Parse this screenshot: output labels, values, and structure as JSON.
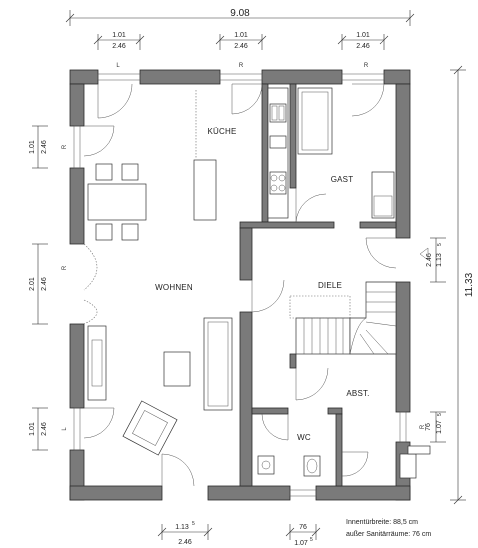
{
  "dimensions": {
    "top_total": "9.08",
    "top_win_width": "1.01",
    "top_win_height": "2.46",
    "right_total": "11.33",
    "right_door_w": "1.13",
    "right_door_sup": "5",
    "right_door_h": "2.46",
    "right_win_w": "76",
    "right_win_h": "1.07",
    "right_win_sup": "5",
    "left_win_top_w": "1.01",
    "left_win_top_h": "2.46",
    "left_mid_w": "2.01",
    "left_mid_h": "2.46",
    "left_bot_w": "1.01",
    "left_bot_h": "2.46",
    "bottom_door_w": "1.13",
    "bottom_door_sup": "5",
    "bottom_door_h": "2.46",
    "bottom_win_w": "76",
    "bottom_win_h": "1.07",
    "bottom_win_sup": "5"
  },
  "rooms": {
    "kitchen": "KÜCHE",
    "guest": "GAST",
    "living": "WOHNEN",
    "hall": "DIELE",
    "storage": "ABST.",
    "wc": "WC"
  },
  "marks": {
    "l": "L",
    "r": "R"
  },
  "notes": {
    "line1": "Innentürbreite: 88,5 cm",
    "line2": "außer Sanitärräume: 76 cm"
  }
}
